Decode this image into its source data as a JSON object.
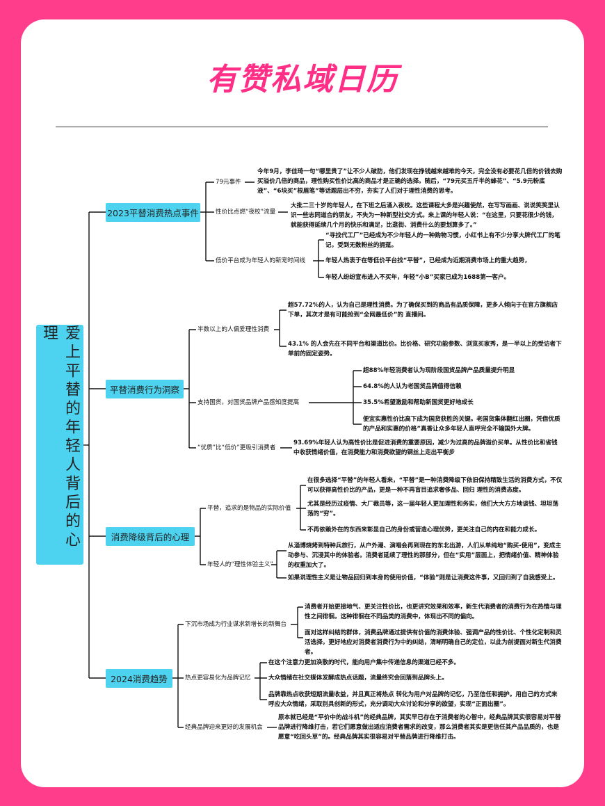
{
  "title": "有赞私域日历",
  "root": "爱上平替的年轻人背后的心理",
  "sections": [
    {
      "label": "2023平替消费热点事件",
      "items": [
        {
          "label": "79元事件",
          "details": [
            "今年9月，李佳琦一句“哪里贵了”让不少人破防，他们发现在挣钱越来越难的今天，完全没有必要花几倍的价钱去购买溢价几倍的商品，理性购买性价比高的商品才是正确的选择。随后，“79元买五斤半的蜂花”、“5.9元粉底液”、“6块买”根眉笔”等话题层出不穷，夯实了人们对于理性消费的思考。"
          ]
        },
        {
          "label": "性价比点燃“夜校”流量",
          "details": [
            "大批二三十岁的年轻人，在下班之后涌入夜校。这些课程大多是兴趣使然，在写写画画、说说笑笑里认识一些志同道合的朋友，不失为一种新型社交方式。来上课的年轻人说：“在这里，只要花很少的钱，就能获得延续几个月的快乐和满足，比逛街、消费什么的要划算多了。”"
          ]
        },
        {
          "label": "低价平台成为年轻人的新宠时间线",
          "details": [
            "“寻找代工厂”已经成为不少年轻人的一种购物习惯，小红书上有不少分享大牌代工厂的笔记，受到无数粉丝的拥趸。",
            "年轻人热衷于在等低价平台找“平替”，已经成为近期消费市场上的重大趋势，",
            "年轻人纷纷宣布进入不买年，年轻“小B”买家已成为1688第一客户。"
          ]
        }
      ]
    },
    {
      "label": "平替消费行为洞察",
      "items": [
        {
          "label": "半数以上的人偏爱理性消费",
          "details": [
            "超57.72%的人，认为自己是理性消费。为了确保买到的商品有品质保障，更多人倾向于在官方旗舰店下单，其次才是有可能抢到“全网最低价”的 直播间。",
            "43.1% 的人会先在不同平台和渠道比价。比价格、研究功能参数、浏览买家秀，是一半以上的受访者下单前的固定姿势。"
          ]
        },
        {
          "label": "支持国货，对国货品牌产品感知度提高",
          "details": [
            "超88%年轻消费者认为现阶段国货品牌产品质量提升明显",
            "64.8%的人认为老国货品牌值得信赖",
            "35.5%希望激励和帮助新国货更好地成长",
            "便宜实惠性价比高下成为国货获胜的关键。老国货集体翻红出圈，凭借优质的产品和实惠的价格”真香让众多年轻人直呼完全不输国外大牌。"
          ]
        },
        {
          "label": "“优质”比“低价”更吸引消费者",
          "details": [
            "93.69%年轻人认为高性价比是促进消费的重要原因，减少为过高的品牌溢价买单。从性价比和省钱中收获情绪价值，在消费能力和消费欲望的钢丝上走出平衡步"
          ]
        }
      ]
    },
    {
      "label": "消费降级背后的心理",
      "items": [
        {
          "label": "平替，追求的是物品的实际价值",
          "details": [
            "在很多选择“平替”的年轻人看来，“平替”是一种消费降级下依旧保持精致生活的消费方式，不仅可以获得高性价比的产品，更是一种不再盲目追求奢侈品、回归 理性的消费态度。",
            "尤其是经历过疫情、大厂裁员等，这一届年轻人更加理性和务实，他们大大方方地谈钱、坦坦荡荡的“穷”。",
            "不再依赖外在的东西来彰显自己的身份或营造心理优势，更关注自己的内在和能力成长。"
          ]
        },
        {
          "label": "年轻人的“理性体验主义”",
          "details": [
            "从淄博烧烤到特种兵旅行，从户外潮、演唱会再到现在的东北出游，人们从单纯地“购买-使用”，变成主动参与、沉浸其中的体验者。消费者延续了理性的那部分，但在“实用”层面上，把情绪价值、精神体验的权重加大了。",
            "如果说理性主义是让物品回归到本身的使用价值，“体验”则是让消费这件事，又回归到了自我感受上。"
          ]
        }
      ]
    },
    {
      "label": "2024消费趋势",
      "items": [
        {
          "label": "下沉市场成为行业谋求新增长的新舞台",
          "details": [
            "消费者开始更接地气、更关注性价比，也更讲究效果和效率，新生代消费者的消费行为在热情与理性之间徘徊。这种徘徊在不同品类的消费中，体现出不同的偏向。",
            "面对这样纠结的群体，消费品牌通过提供有价值的消费体验、强调产品的性价比、个性化定制和灵活选择，更好地应对消费者消费行为中的纠结，清晰明确自己的定位，以此为前提面对新生代消费者。"
          ]
        },
        {
          "label": "热点更容易化为品牌记忆",
          "details": [
            "在这个注意力更加涣散的时代，能向用户集中传递信息的渠道已经不多。",
            "大众情绪在社交媒体发酵成热点话题，流量终究会回落到品牌头上。",
            "品牌靠热点收获短期流量收益，并且真正将热点 转化为用户对品牌的记忆，乃至信任和拥护。用自己的方式来呼应大众情绪，采取别具创新的形式，充分调动大众讨论和分享的欲望，实现“正面出圈”。"
          ]
        },
        {
          "label": "经典品牌迎来更好的发展机会",
          "details": [
            "原本就已经是“平价中的战斗机”的经典品牌，其实早已存在于消费者的心智中，经典品牌其实很容易对平替品牌进行降维打击，若它们愿意做出适应消费者需求的改变，那么消费者其实是更信任其产品品质的，也是愿意“吃回头草”的。经典品牌其实很容易对平替品牌进行降维打击。"
          ]
        }
      ]
    }
  ]
}
